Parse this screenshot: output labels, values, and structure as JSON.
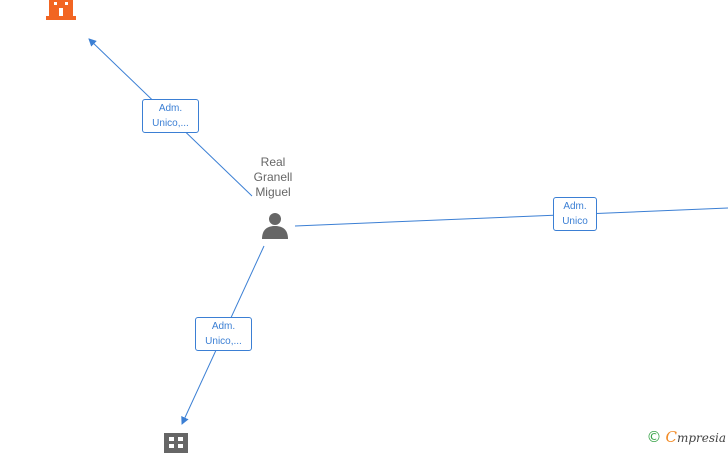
{
  "graph": {
    "person": {
      "name_lines": [
        "Real",
        "Granell",
        "Miguel"
      ],
      "icon": "person-icon",
      "color": "#666666"
    },
    "companies": [
      {
        "icon": "building-icon",
        "color": "#f26522"
      },
      {
        "icon": "building-icon",
        "color": "#666666"
      }
    ],
    "edges": [
      {
        "label_lines": [
          "Adm.",
          "Unico,..."
        ]
      },
      {
        "label_lines": [
          "Adm.",
          "Unico"
        ]
      },
      {
        "label_lines": [
          "Adm.",
          "Unico,..."
        ]
      }
    ],
    "edge_color": "#3b7fd4"
  },
  "footer": {
    "copyright_symbol": "©",
    "brand_initial": "C",
    "brand_rest": "mpresia",
    "brand_colors": {
      "symbol": "#3ba44a",
      "initial": "#f28c28",
      "text": "#444444"
    }
  }
}
